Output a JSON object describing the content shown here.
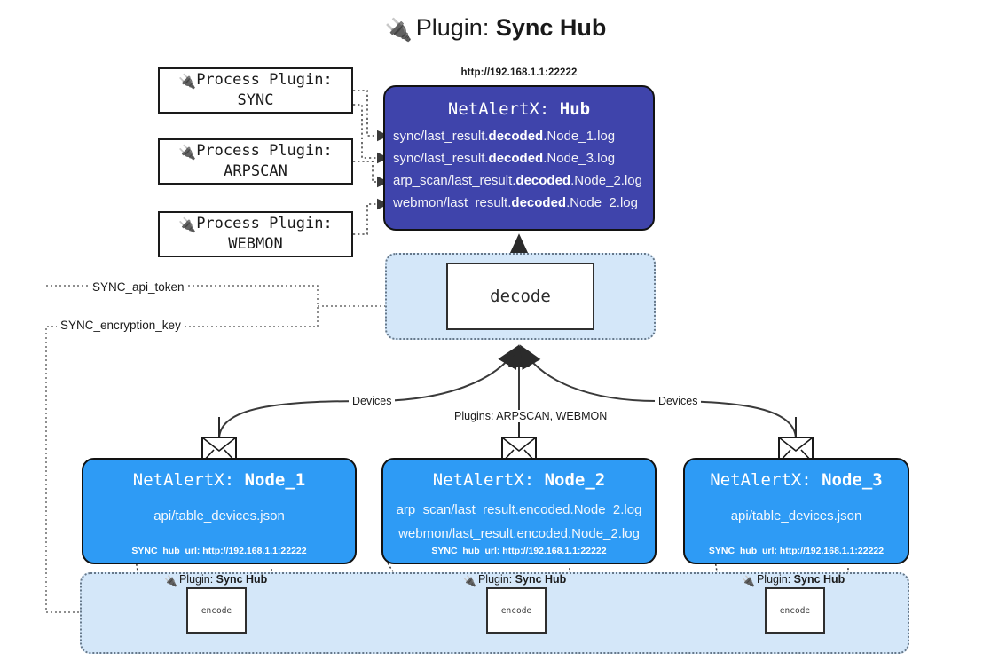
{
  "title": {
    "icon": "plug-icon",
    "prefix": "Plugin: ",
    "name": "Sync Hub"
  },
  "colors": {
    "hub_fill": "#3f44ab",
    "node_fill": "#2e9bf5",
    "zone_fill": "#d4e7f9",
    "stroke": "#121212",
    "background": "#ffffff"
  },
  "process_plugins": [
    {
      "line1": "Process Plugin:",
      "line2": "SYNC",
      "icon": "plug-icon"
    },
    {
      "line1": "Process Plugin:",
      "line2": "ARPSCAN",
      "icon": "plug-icon"
    },
    {
      "line1": "Process Plugin:",
      "line2": "WEBMON",
      "icon": "plug-icon"
    }
  ],
  "hub": {
    "url": "http://192.168.1.1:22222",
    "title_prefix": "NetAlertX: ",
    "title_name": "Hub",
    "logs": [
      {
        "pre": "sync/last_result.",
        "mid": "decoded",
        "post": ".Node_1.log"
      },
      {
        "pre": "sync/last_result.",
        "mid": "decoded",
        "post": ".Node_3.log"
      },
      {
        "pre": "arp_scan/last_result.",
        "mid": "decoded",
        "post": ".Node_2.log"
      },
      {
        "pre": "webmon/last_result.",
        "mid": "decoded",
        "post": ".Node_2.log"
      }
    ]
  },
  "decode": {
    "label": "decode"
  },
  "keys": [
    {
      "label": "SYNC_api_token"
    },
    {
      "label": "SYNC_encryption_key"
    }
  ],
  "edge_labels": {
    "devices_left": "Devices",
    "devices_right": "Devices",
    "plugins_center": "Plugins: ARPSCAN, WEBMON"
  },
  "nodes": [
    {
      "title_prefix": "NetAlertX: ",
      "title_name": "Node_1",
      "rows": [
        "api/table_devices.json"
      ],
      "footer": "SYNC_hub_url: http://192.168.1.1:22222",
      "icon": "envelope-icon"
    },
    {
      "title_prefix": "NetAlertX: ",
      "title_name": "Node_2",
      "rows": [
        "arp_scan/last_result.encoded.Node_2.log",
        "webmon/last_result.encoded.Node_2.log"
      ],
      "footer": "SYNC_hub_url: http://192.168.1.1:22222",
      "icon": "envelope-icon"
    },
    {
      "title_prefix": "NetAlertX: ",
      "title_name": "Node_3",
      "rows": [
        "api/table_devices.json"
      ],
      "footer": "SYNC_hub_url: http://192.168.1.1:22222",
      "icon": "envelope-icon"
    }
  ],
  "encoders": [
    {
      "label_prefix": "Plugin: ",
      "label_name": "Sync Hub",
      "box": "encode",
      "icon": "plug-icon"
    },
    {
      "label_prefix": "Plugin: ",
      "label_name": "Sync Hub",
      "box": "encode",
      "icon": "plug-icon"
    },
    {
      "label_prefix": "Plugin: ",
      "label_name": "Sync Hub",
      "box": "encode",
      "icon": "plug-icon"
    }
  ]
}
